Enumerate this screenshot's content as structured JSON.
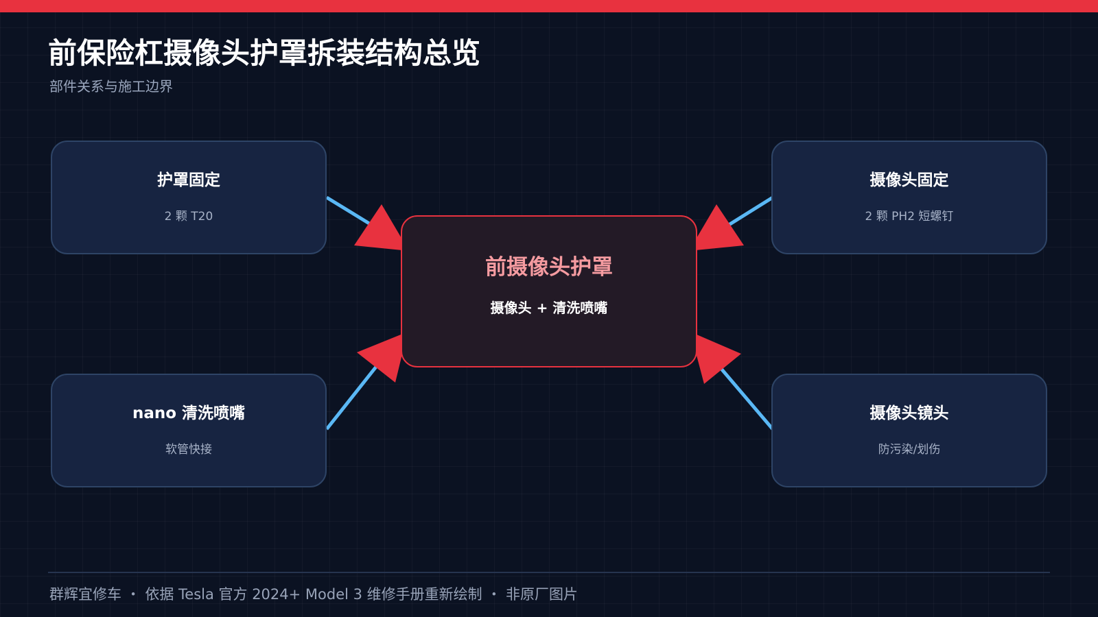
{
  "title": "前保险杠摄像头护罩拆装结构总览",
  "subtitle": "部件关系与施工边界",
  "center": {
    "title": "前摄像头护罩",
    "subtitle": "摄像头 + 清洗喷嘴"
  },
  "nodes": [
    {
      "title": "护罩固定",
      "subtitle": "2 颗 T20"
    },
    {
      "title": "摄像头固定",
      "subtitle": "2 颗 PH2 短螺钉"
    },
    {
      "title": "nano 清洗喷嘴",
      "subtitle": "软管快接"
    },
    {
      "title": "摄像头镜头",
      "subtitle": "防污染/划伤"
    }
  ],
  "footer": "群辉宜修车 ・ 依据 Tesla 官方 2024+ Model 3 维修手册重新绘制 ・ 非原厂图片",
  "colors": {
    "accent": "#e8323f",
    "connector": "#5ab8f5",
    "background": "#0b1222",
    "node_fill": "#172441",
    "node_border": "#2e4466",
    "center_fill": "#231a26",
    "center_title": "#f59ba0"
  }
}
